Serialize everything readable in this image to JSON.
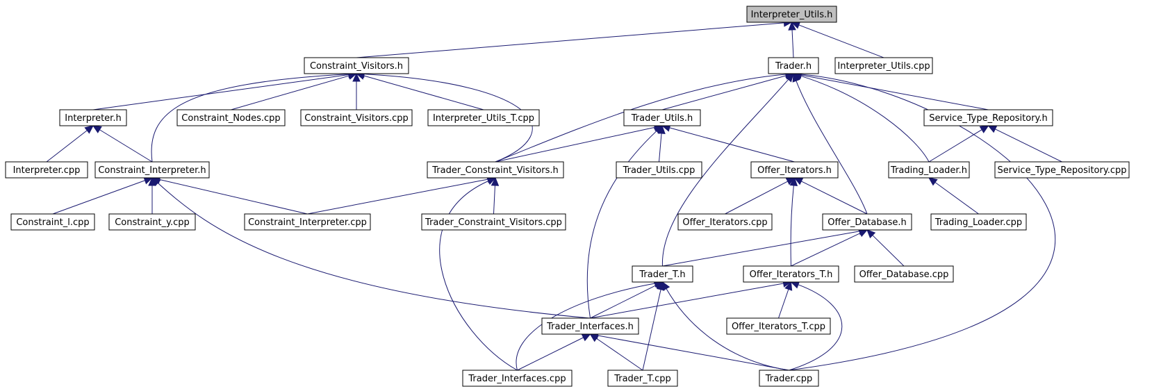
{
  "graph": {
    "colors": {
      "edge": "#191970",
      "root_fill": "#bfbfbf",
      "node_fill": "#ffffff",
      "border": "#000000"
    },
    "nodes": [
      {
        "id": "interpreter-utils-h",
        "label": "Interpreter_Utils.h",
        "root": true
      },
      {
        "id": "constraint-visitors-h",
        "label": "Constraint_Visitors.h"
      },
      {
        "id": "trader-h",
        "label": "Trader.h"
      },
      {
        "id": "interpreter-utils-cpp",
        "label": "Interpreter_Utils.cpp"
      },
      {
        "id": "interpreter-h",
        "label": "Interpreter.h"
      },
      {
        "id": "constraint-nodes-cpp",
        "label": "Constraint_Nodes.cpp"
      },
      {
        "id": "constraint-visitors-cpp",
        "label": "Constraint_Visitors.cpp"
      },
      {
        "id": "interpreter-utils-t-cpp",
        "label": "Interpreter_Utils_T.cpp"
      },
      {
        "id": "trader-utils-h",
        "label": "Trader_Utils.h"
      },
      {
        "id": "service-type-repository-h",
        "label": "Service_Type_Repository.h"
      },
      {
        "id": "interpreter-cpp",
        "label": "Interpreter.cpp"
      },
      {
        "id": "constraint-interpreter-h",
        "label": "Constraint_Interpreter.h"
      },
      {
        "id": "trader-constraint-visitors-h",
        "label": "Trader_Constraint_Visitors.h"
      },
      {
        "id": "trader-utils-cpp",
        "label": "Trader_Utils.cpp"
      },
      {
        "id": "offer-iterators-h",
        "label": "Offer_Iterators.h"
      },
      {
        "id": "trading-loader-h",
        "label": "Trading_Loader.h"
      },
      {
        "id": "service-type-repository-cpp",
        "label": "Service_Type_Repository.cpp"
      },
      {
        "id": "constraint-l-cpp",
        "label": "Constraint_l.cpp"
      },
      {
        "id": "constraint-y-cpp",
        "label": "Constraint_y.cpp"
      },
      {
        "id": "constraint-interpreter-cpp",
        "label": "Constraint_Interpreter.cpp"
      },
      {
        "id": "trader-constraint-visitors-cpp",
        "label": "Trader_Constraint_Visitors.cpp"
      },
      {
        "id": "offer-iterators-cpp",
        "label": "Offer_Iterators.cpp"
      },
      {
        "id": "offer-database-h",
        "label": "Offer_Database.h"
      },
      {
        "id": "trading-loader-cpp",
        "label": "Trading_Loader.cpp"
      },
      {
        "id": "trader-t-h",
        "label": "Trader_T.h"
      },
      {
        "id": "offer-iterators-t-h",
        "label": "Offer_Iterators_T.h"
      },
      {
        "id": "offer-database-cpp",
        "label": "Offer_Database.cpp"
      },
      {
        "id": "trader-interfaces-h",
        "label": "Trader_Interfaces.h"
      },
      {
        "id": "offer-iterators-t-cpp",
        "label": "Offer_Iterators_T.cpp"
      },
      {
        "id": "trader-interfaces-cpp",
        "label": "Trader_Interfaces.cpp"
      },
      {
        "id": "trader-t-cpp",
        "label": "Trader_T.cpp"
      },
      {
        "id": "trader-cpp",
        "label": "Trader.cpp"
      }
    ],
    "edges": [
      {
        "from": "constraint-visitors-h",
        "to": "interpreter-utils-h"
      },
      {
        "from": "trader-h",
        "to": "interpreter-utils-h"
      },
      {
        "from": "interpreter-utils-cpp",
        "to": "interpreter-utils-h"
      },
      {
        "from": "interpreter-h",
        "to": "constraint-visitors-h"
      },
      {
        "from": "constraint-nodes-cpp",
        "to": "constraint-visitors-h"
      },
      {
        "from": "constraint-visitors-cpp",
        "to": "constraint-visitors-h"
      },
      {
        "from": "interpreter-utils-t-cpp",
        "to": "constraint-visitors-h"
      },
      {
        "from": "constraint-interpreter-h",
        "to": "constraint-visitors-h"
      },
      {
        "from": "trader-constraint-visitors-h",
        "to": "constraint-visitors-h"
      },
      {
        "from": "trader-utils-h",
        "to": "trader-h"
      },
      {
        "from": "trader-constraint-visitors-h",
        "to": "trader-h"
      },
      {
        "from": "service-type-repository-h",
        "to": "trader-h"
      },
      {
        "from": "trading-loader-h",
        "to": "trader-h"
      },
      {
        "from": "offer-database-h",
        "to": "trader-h"
      },
      {
        "from": "trader-t-h",
        "to": "trader-h"
      },
      {
        "from": "trader-cpp",
        "to": "trader-h"
      },
      {
        "from": "interpreter-cpp",
        "to": "interpreter-h"
      },
      {
        "from": "constraint-interpreter-h",
        "to": "interpreter-h"
      },
      {
        "from": "trader-constraint-visitors-h",
        "to": "trader-utils-h"
      },
      {
        "from": "trader-utils-cpp",
        "to": "trader-utils-h"
      },
      {
        "from": "offer-iterators-h",
        "to": "trader-utils-h"
      },
      {
        "from": "trader-interfaces-h",
        "to": "trader-utils-h"
      },
      {
        "from": "trading-loader-h",
        "to": "service-type-repository-h"
      },
      {
        "from": "service-type-repository-cpp",
        "to": "service-type-repository-h"
      },
      {
        "from": "constraint-l-cpp",
        "to": "constraint-interpreter-h"
      },
      {
        "from": "constraint-y-cpp",
        "to": "constraint-interpreter-h"
      },
      {
        "from": "constraint-interpreter-cpp",
        "to": "constraint-interpreter-h"
      },
      {
        "from": "trader-interfaces-h",
        "to": "constraint-interpreter-h"
      },
      {
        "from": "constraint-interpreter-cpp",
        "to": "trader-constraint-visitors-h"
      },
      {
        "from": "trader-constraint-visitors-cpp",
        "to": "trader-constraint-visitors-h"
      },
      {
        "from": "trader-interfaces-cpp",
        "to": "trader-constraint-visitors-h"
      },
      {
        "from": "offer-iterators-cpp",
        "to": "offer-iterators-h"
      },
      {
        "from": "offer-database-h",
        "to": "offer-iterators-h"
      },
      {
        "from": "offer-iterators-t-h",
        "to": "offer-iterators-h"
      },
      {
        "from": "trading-loader-cpp",
        "to": "trading-loader-h"
      },
      {
        "from": "trader-t-h",
        "to": "offer-database-h"
      },
      {
        "from": "offer-iterators-t-h",
        "to": "offer-database-h"
      },
      {
        "from": "offer-database-cpp",
        "to": "offer-database-h"
      },
      {
        "from": "trader-interfaces-h",
        "to": "trader-t-h"
      },
      {
        "from": "trader-interfaces-cpp",
        "to": "trader-t-h"
      },
      {
        "from": "trader-t-cpp",
        "to": "trader-t-h"
      },
      {
        "from": "trader-cpp",
        "to": "trader-t-h"
      },
      {
        "from": "trader-interfaces-h",
        "to": "offer-iterators-t-h"
      },
      {
        "from": "offer-iterators-t-cpp",
        "to": "offer-iterators-t-h"
      },
      {
        "from": "trader-cpp",
        "to": "offer-iterators-t-h"
      },
      {
        "from": "trader-interfaces-cpp",
        "to": "trader-interfaces-h"
      },
      {
        "from": "trader-t-cpp",
        "to": "trader-interfaces-h"
      },
      {
        "from": "trader-cpp",
        "to": "trader-interfaces-h"
      }
    ]
  }
}
